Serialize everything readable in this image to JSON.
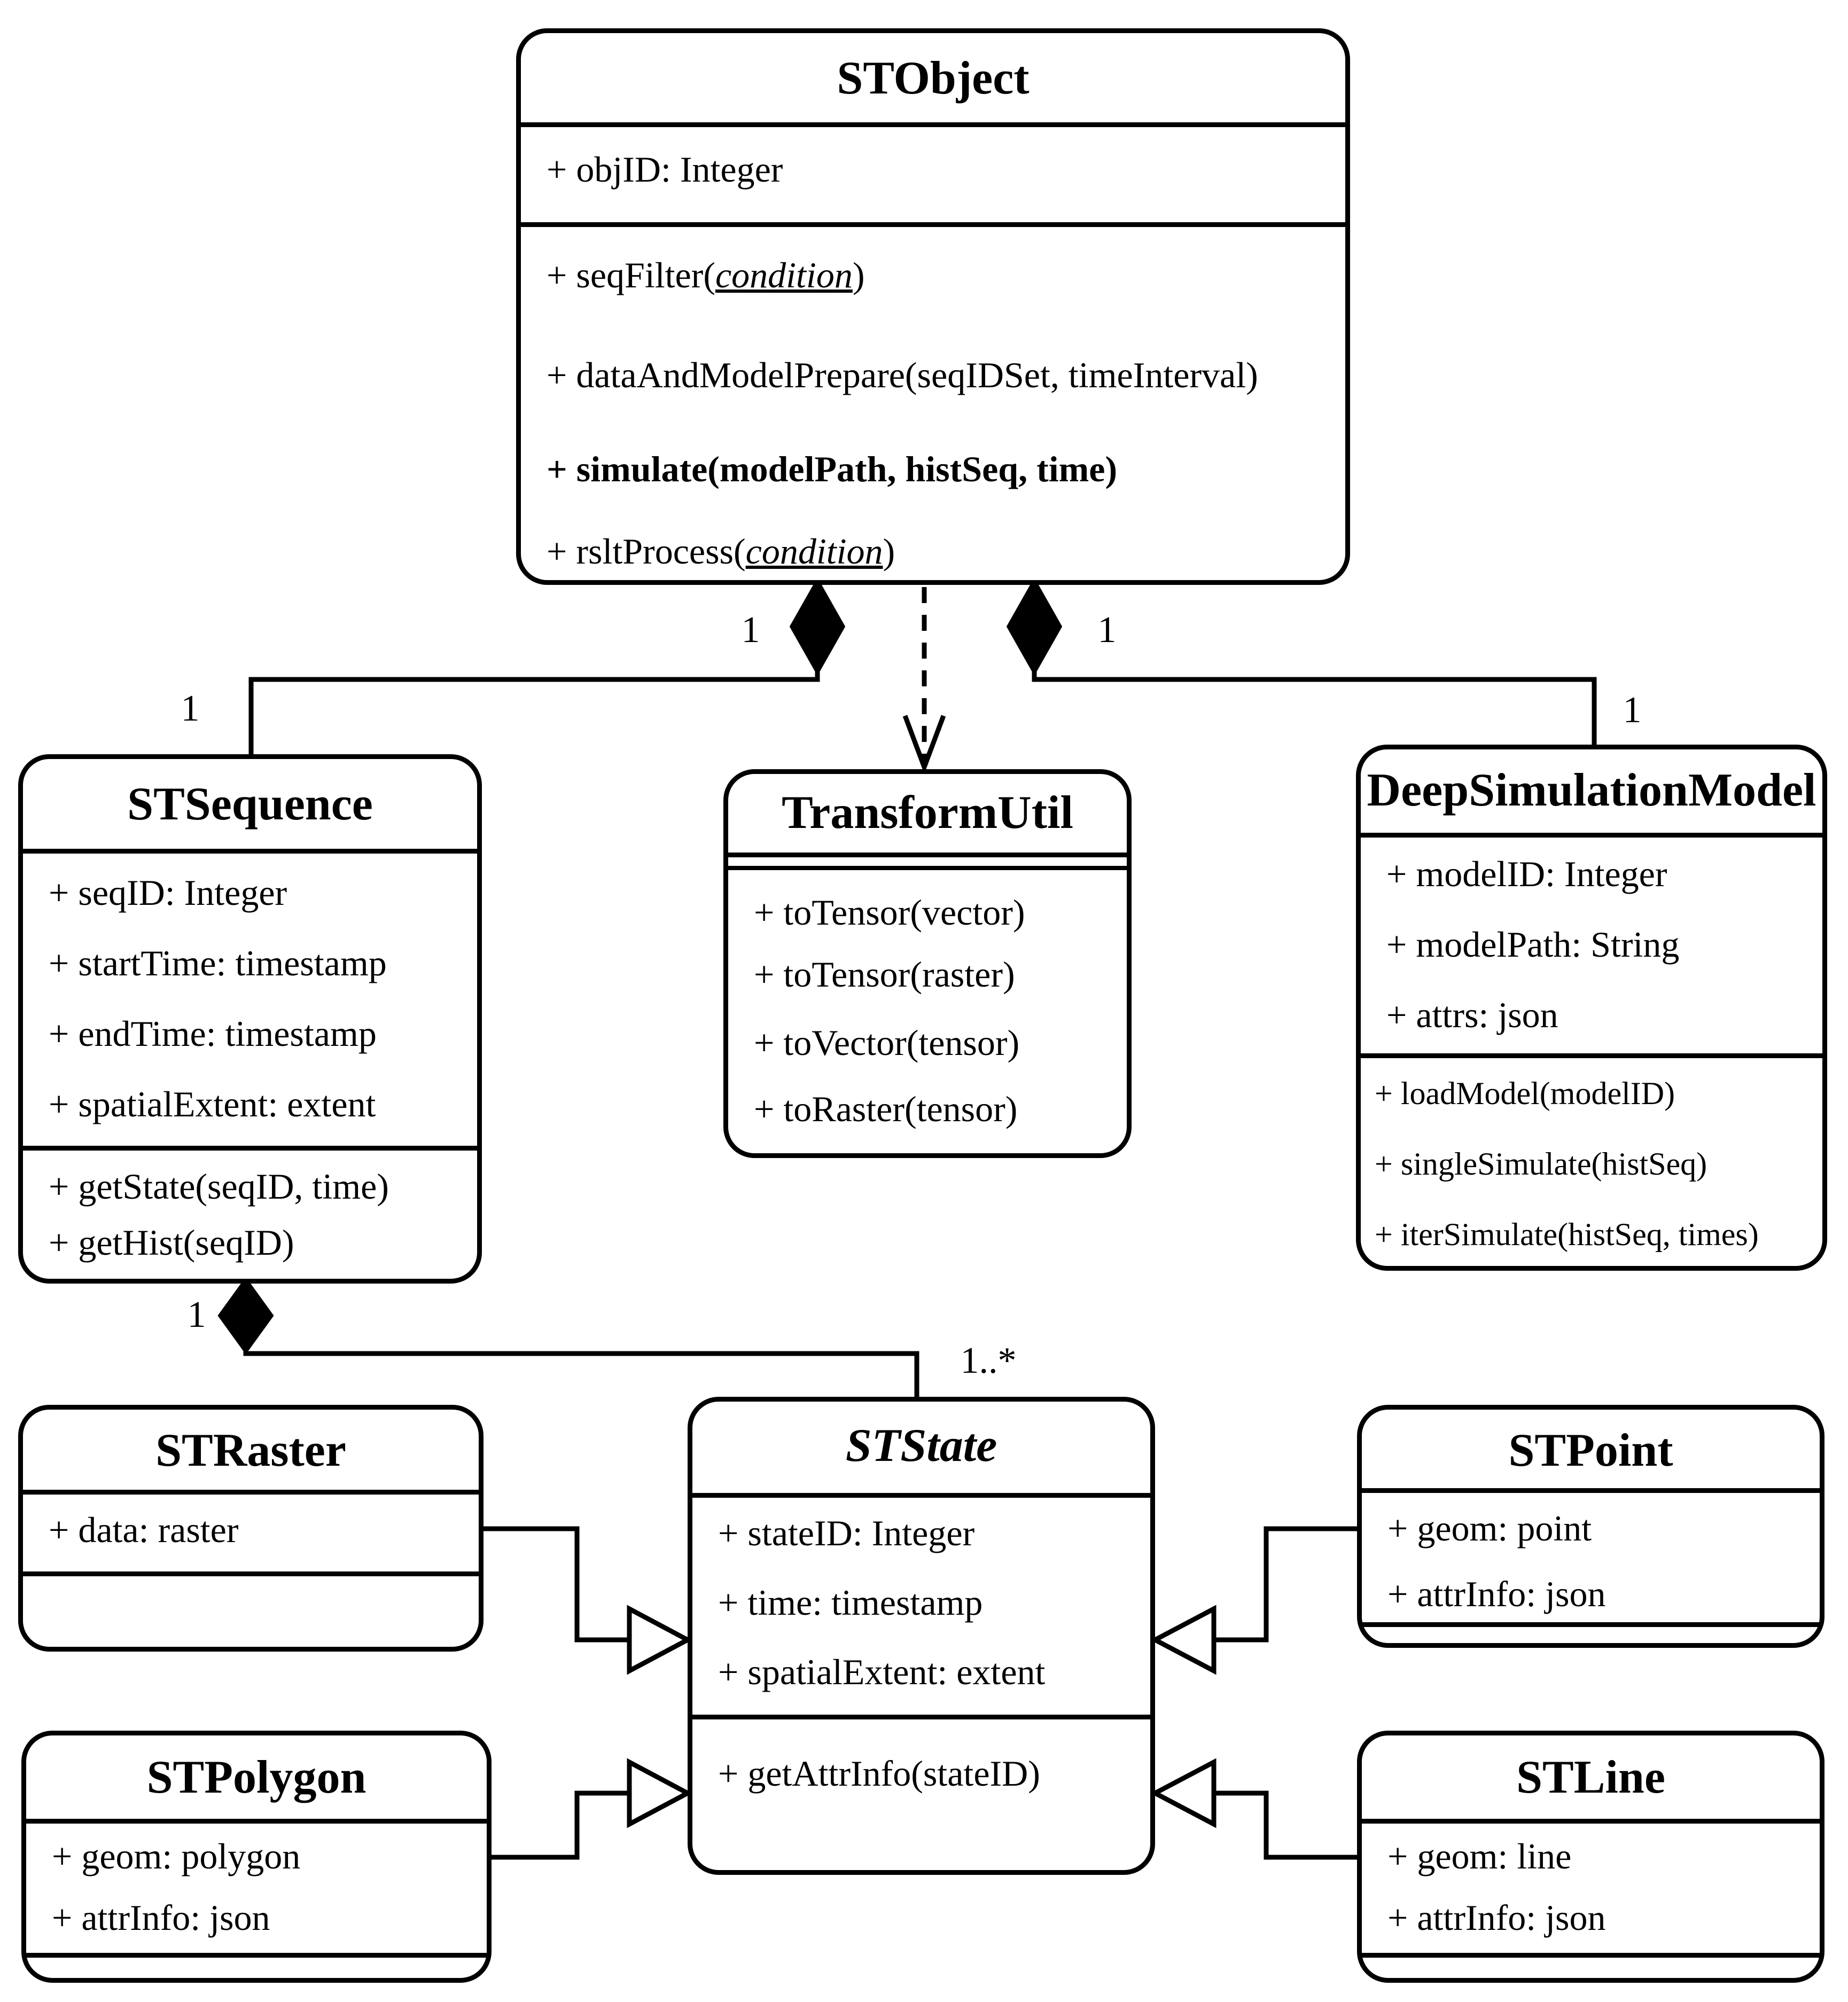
{
  "diagram": {
    "kind": "uml-class-diagram",
    "colors": {
      "line": "#000000",
      "background": "#ffffff"
    }
  },
  "classes": {
    "stobject": {
      "title": "STObject",
      "attributes": [
        {
          "text": "+ objID: Integer"
        }
      ],
      "methods": [
        {
          "pre": "+ seqFilter(",
          "em": "condition",
          "post": ")"
        },
        {
          "text": "+ dataAndModelPrepare(seqIDSet, timeInterval)"
        },
        {
          "text": "+ simulate(modelPath, histSeq, time)"
        },
        {
          "pre": "+ rsltProcess(",
          "em": "condition",
          "post": ")"
        }
      ]
    },
    "stsequence": {
      "title": "STSequence",
      "attributes": [
        {
          "text": "+ seqID: Integer"
        },
        {
          "text": "+ startTime: timestamp"
        },
        {
          "text": "+ endTime: timestamp"
        },
        {
          "text": "+ spatialExtent: extent"
        }
      ],
      "methods": [
        {
          "text": "+ getState(seqID, time)"
        },
        {
          "text": "+ getHist(seqID)"
        }
      ]
    },
    "transformutil": {
      "title": "TransformUtil",
      "attributes": [],
      "methods": [
        {
          "text": "+ toTensor(vector)"
        },
        {
          "text": "+ toTensor(raster)"
        },
        {
          "text": "+ toVector(tensor)"
        },
        {
          "text": "+ toRaster(tensor)"
        }
      ]
    },
    "deepsimulationmodel": {
      "title": "DeepSimulationModel",
      "attributes": [
        {
          "text": "+ modelID: Integer"
        },
        {
          "text": "+ modelPath: String"
        },
        {
          "text": "+ attrs: json"
        }
      ],
      "methods": [
        {
          "text": "+ loadModel(modelID)"
        },
        {
          "text": "+ singleSimulate(histSeq)"
        },
        {
          "text": "+ iterSimulate(histSeq, times)"
        }
      ]
    },
    "straster": {
      "title": "STRaster",
      "attributes": [
        {
          "text": "+ data: raster"
        }
      ],
      "methods": []
    },
    "ststate": {
      "title": "STState",
      "abstract": true,
      "attributes": [
        {
          "text": "+ stateID: Integer"
        },
        {
          "text": "+ time: timestamp"
        },
        {
          "text": "+ spatialExtent: extent"
        }
      ],
      "methods": [
        {
          "text": "+ getAttrInfo(stateID)"
        }
      ]
    },
    "stpoint": {
      "title": "STPoint",
      "attributes": [
        {
          "text": "+ geom: point"
        },
        {
          "text": "+ attrInfo: json"
        }
      ],
      "methods": []
    },
    "stpolygon": {
      "title": "STPolygon",
      "attributes": [
        {
          "text": "+ geom: polygon"
        },
        {
          "text": "+ attrInfo: json"
        }
      ],
      "methods": []
    },
    "stline": {
      "title": "STLine",
      "attributes": [
        {
          "text": "+ geom: line"
        },
        {
          "text": "+ attrInfo: json"
        }
      ],
      "methods": []
    }
  },
  "relations": {
    "stobject_stsequence": {
      "type": "composition",
      "source_label": "1",
      "target_label": "1"
    },
    "stobject_deepsimulationmodel": {
      "type": "composition",
      "source_label": "1",
      "target_label": "1"
    },
    "stobject_transformutil": {
      "type": "dependency"
    },
    "stsequence_ststate": {
      "type": "composition",
      "source_label": "1",
      "target_label": "1..*"
    },
    "straster_ststate": {
      "type": "generalization"
    },
    "stpolygon_ststate": {
      "type": "generalization"
    },
    "stpoint_ststate": {
      "type": "generalization"
    },
    "stline_ststate": {
      "type": "generalization"
    }
  }
}
